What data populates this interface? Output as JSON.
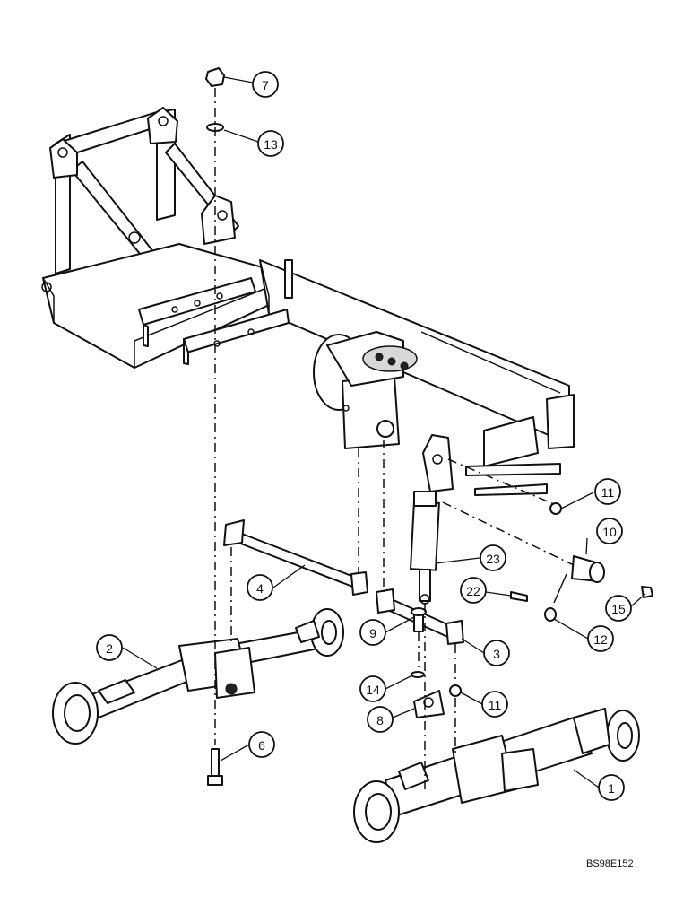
{
  "diagram": {
    "drawing_ref": "BS98E152",
    "callouts": [
      {
        "id": "callout-7",
        "label": "7"
      },
      {
        "id": "callout-13",
        "label": "13"
      },
      {
        "id": "callout-11-upper",
        "label": "11"
      },
      {
        "id": "callout-10",
        "label": "10"
      },
      {
        "id": "callout-23",
        "label": "23"
      },
      {
        "id": "callout-4",
        "label": "4"
      },
      {
        "id": "callout-22",
        "label": "22"
      },
      {
        "id": "callout-15",
        "label": "15"
      },
      {
        "id": "callout-2",
        "label": "2"
      },
      {
        "id": "callout-9",
        "label": "9"
      },
      {
        "id": "callout-3",
        "label": "3"
      },
      {
        "id": "callout-12",
        "label": "12"
      },
      {
        "id": "callout-14",
        "label": "14"
      },
      {
        "id": "callout-11-lower",
        "label": "11"
      },
      {
        "id": "callout-8",
        "label": "8"
      },
      {
        "id": "callout-6",
        "label": "6"
      },
      {
        "id": "callout-1",
        "label": "1"
      }
    ]
  }
}
